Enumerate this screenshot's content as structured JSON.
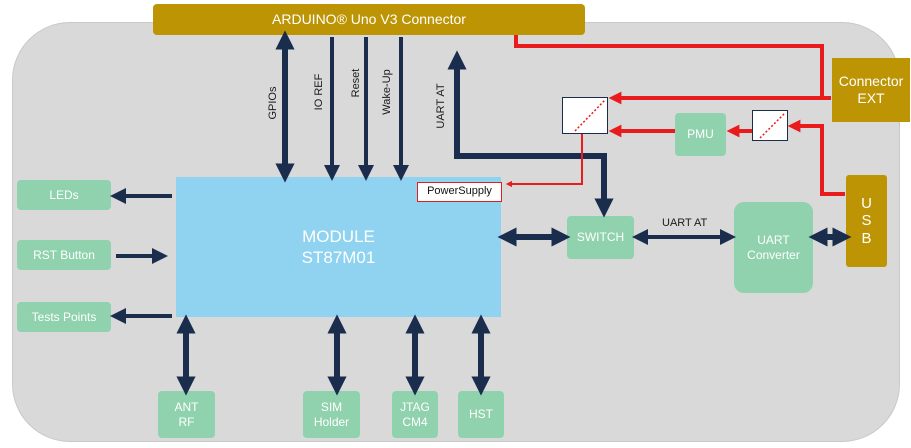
{
  "header": {
    "connector_label": "ARDUINO® Uno V3 Connector"
  },
  "connectors": {
    "ext_line1": "Connector",
    "ext_line2": "EXT",
    "usb_letters": [
      "U",
      "S",
      "B"
    ]
  },
  "module": {
    "line1": "MODULE",
    "line2": "ST87M01",
    "power_supply": "PowerSupply"
  },
  "left_blocks": {
    "leds": "LEDs",
    "rst_button": "RST Button",
    "tests_points": "Tests Points"
  },
  "bottom_blocks": {
    "ant_line1": "ANT",
    "ant_line2": "RF",
    "sim_line1": "SIM",
    "sim_line2": "Holder",
    "jtag_line1": "JTAG",
    "jtag_line2": "CM4",
    "hst": "HST"
  },
  "right_blocks": {
    "switch": "SWITCH",
    "pmu": "PMU",
    "uart_line1": "UART",
    "uart_line2": "Converter"
  },
  "signals": {
    "gpios": "GPIOs",
    "io_ref": "IO REF",
    "reset": "Reset",
    "wake_up": "Wake-Up",
    "uart_at_vertical": "UART AT",
    "uart_at_horizontal": "UART AT"
  },
  "colors": {
    "board": "#d9d9d9",
    "green_block": "#8fd2ad",
    "gold": "#bd9404",
    "module": "#8fd3f0",
    "arrow_navy": "#1a2d4d",
    "power_red": "#e81c1c"
  }
}
